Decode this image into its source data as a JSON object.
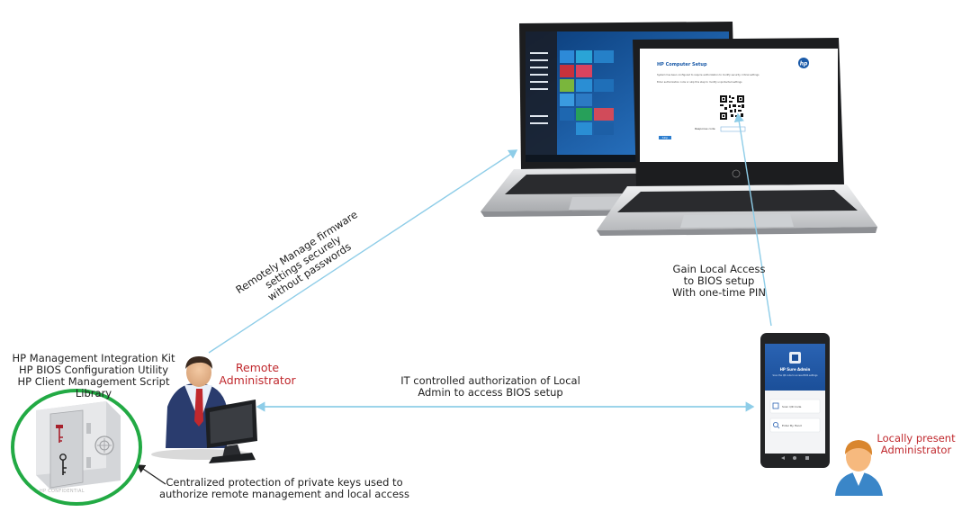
{
  "captions": {
    "tools": [
      "HP Management Integration Kit",
      "HP BIOS Configuration Utility",
      "HP Client Management Script Library"
    ],
    "remote_admin": [
      "Remote",
      "Administrator"
    ],
    "remote_manage": [
      "Remotely Manage firmware",
      "settings securely",
      "without passwords"
    ],
    "local_access": [
      "Gain Local Access",
      "to BIOS setup",
      "With one-time PIN"
    ],
    "authorization": [
      "IT controlled authorization of Local",
      "Admin to access BIOS setup"
    ],
    "local_admin": [
      "Locally present",
      "Administrator"
    ],
    "protection": [
      "Centralized protection of private keys used to",
      "authorize remote management and local access"
    ],
    "vault_label": "HP CONFIDENTIAL"
  },
  "bios_screen": {
    "title": "HP Computer Setup",
    "line1": "System has been configured to require authorization to modify security critical settings",
    "line2": "Enter authorization code or skip this step to modify unprotected settings",
    "response_label": "Response code",
    "button": "Skip"
  },
  "phone_screen": {
    "app_name": "HP Sure Admin",
    "subtitle": "Scan the QR code to access BIOS settings",
    "item1": "Scan QR Code",
    "item2": "Enter By Hand"
  },
  "colors": {
    "arrow": "#8ecde8",
    "accent_red": "#c0282d",
    "vault_ring": "#22aa44",
    "hp_blue": "#1a5aa8"
  }
}
